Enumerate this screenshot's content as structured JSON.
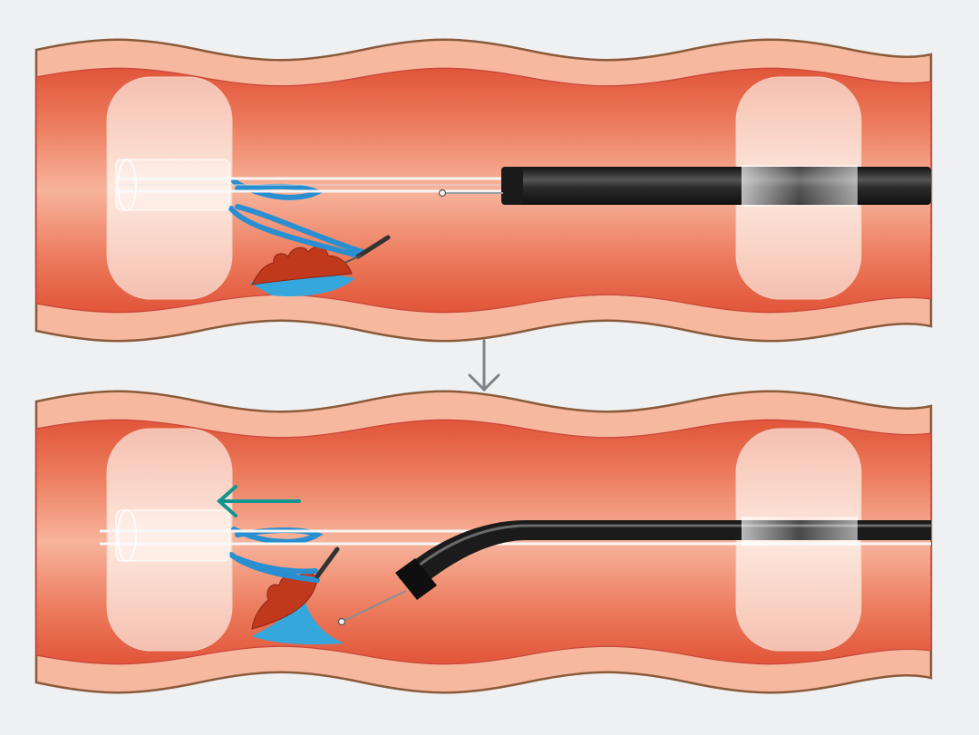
{
  "colors": {
    "background": "#eef0f2",
    "wall_outer": "#f6b9a0",
    "wall_outline": "#8a5a3a",
    "lumen_dark": "#e1553a",
    "lumen_light": "#f7b49c",
    "balloon": "#fbe6dc",
    "scope": "#2a2a2a",
    "lesion": "#c0391d",
    "submucosa_blue": "#35a7dc",
    "clip_blue": "#2a8fd0",
    "direction_arrow": "#14948f",
    "step_arrow": "#7e8388"
  },
  "panels": [
    {
      "step": "before-traction",
      "scope_shape": "straight"
    },
    {
      "step": "after-traction",
      "scope_shape": "bent",
      "traction_direction": "left"
    }
  ],
  "step_arrow_icon": "down-arrow-icon",
  "direction_arrow_icon": "left-arrow-icon"
}
